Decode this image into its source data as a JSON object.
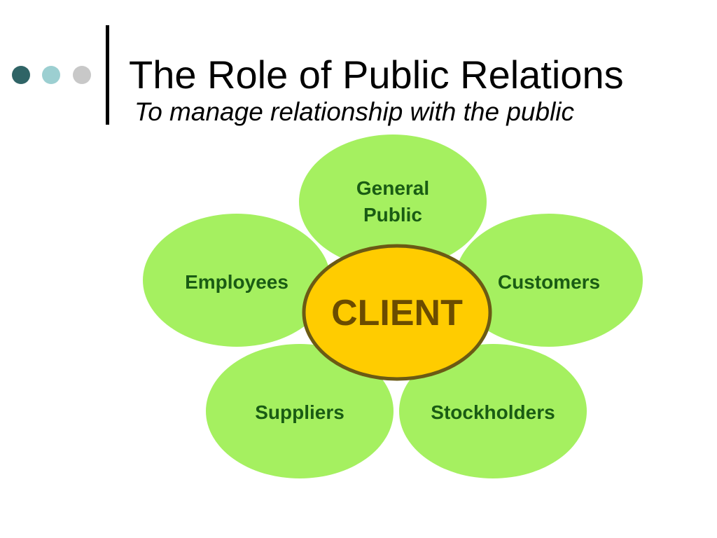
{
  "title": "The Role of Public Relations",
  "subtitle": "To manage relationship with the public",
  "diagram": {
    "center": {
      "label": "CLIENT"
    },
    "petals": [
      {
        "id": "general-public",
        "label_lines": [
          "General",
          "Public"
        ]
      },
      {
        "id": "employees",
        "label_lines": [
          "Employees"
        ]
      },
      {
        "id": "customers",
        "label_lines": [
          "Customers"
        ]
      },
      {
        "id": "suppliers",
        "label_lines": [
          "Suppliers"
        ]
      },
      {
        "id": "stockholders",
        "label_lines": [
          "Stockholders"
        ]
      }
    ]
  },
  "colors": {
    "petal_fill": "#a5f060",
    "petal_text": "#1a5c14",
    "center_fill": "#ffcc00",
    "center_stroke": "#6b5a14",
    "center_text": "#6b4c00",
    "dot_1": "#2f6466",
    "dot_2": "#9ccfd1",
    "dot_3": "#c8c8c8"
  }
}
